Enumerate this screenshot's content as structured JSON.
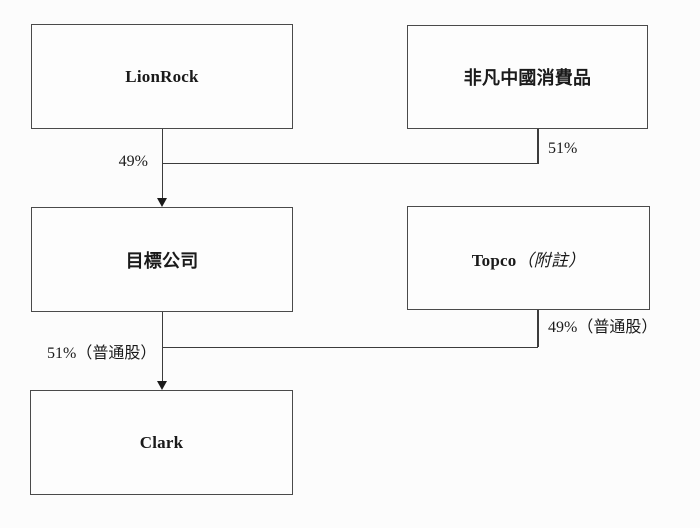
{
  "boxes": {
    "lionrock": {
      "label": "LionRock"
    },
    "feifan": {
      "label": "非凡中國消費品"
    },
    "target": {
      "label": "目標公司"
    },
    "topco": {
      "main": "Topco",
      "note": "（附註）"
    },
    "clark": {
      "label": "Clark"
    }
  },
  "edge_labels": {
    "lionrock_to_target": "49%",
    "feifan_to_target": "51%",
    "target_to_clark": "51%（普通股）",
    "topco_to_clark": "49%（普通股）"
  },
  "colors": {
    "line": "#3c3c3c",
    "box_border": "#4a4a4a",
    "text": "#1a1a1a",
    "background": "#fcfcfc"
  }
}
